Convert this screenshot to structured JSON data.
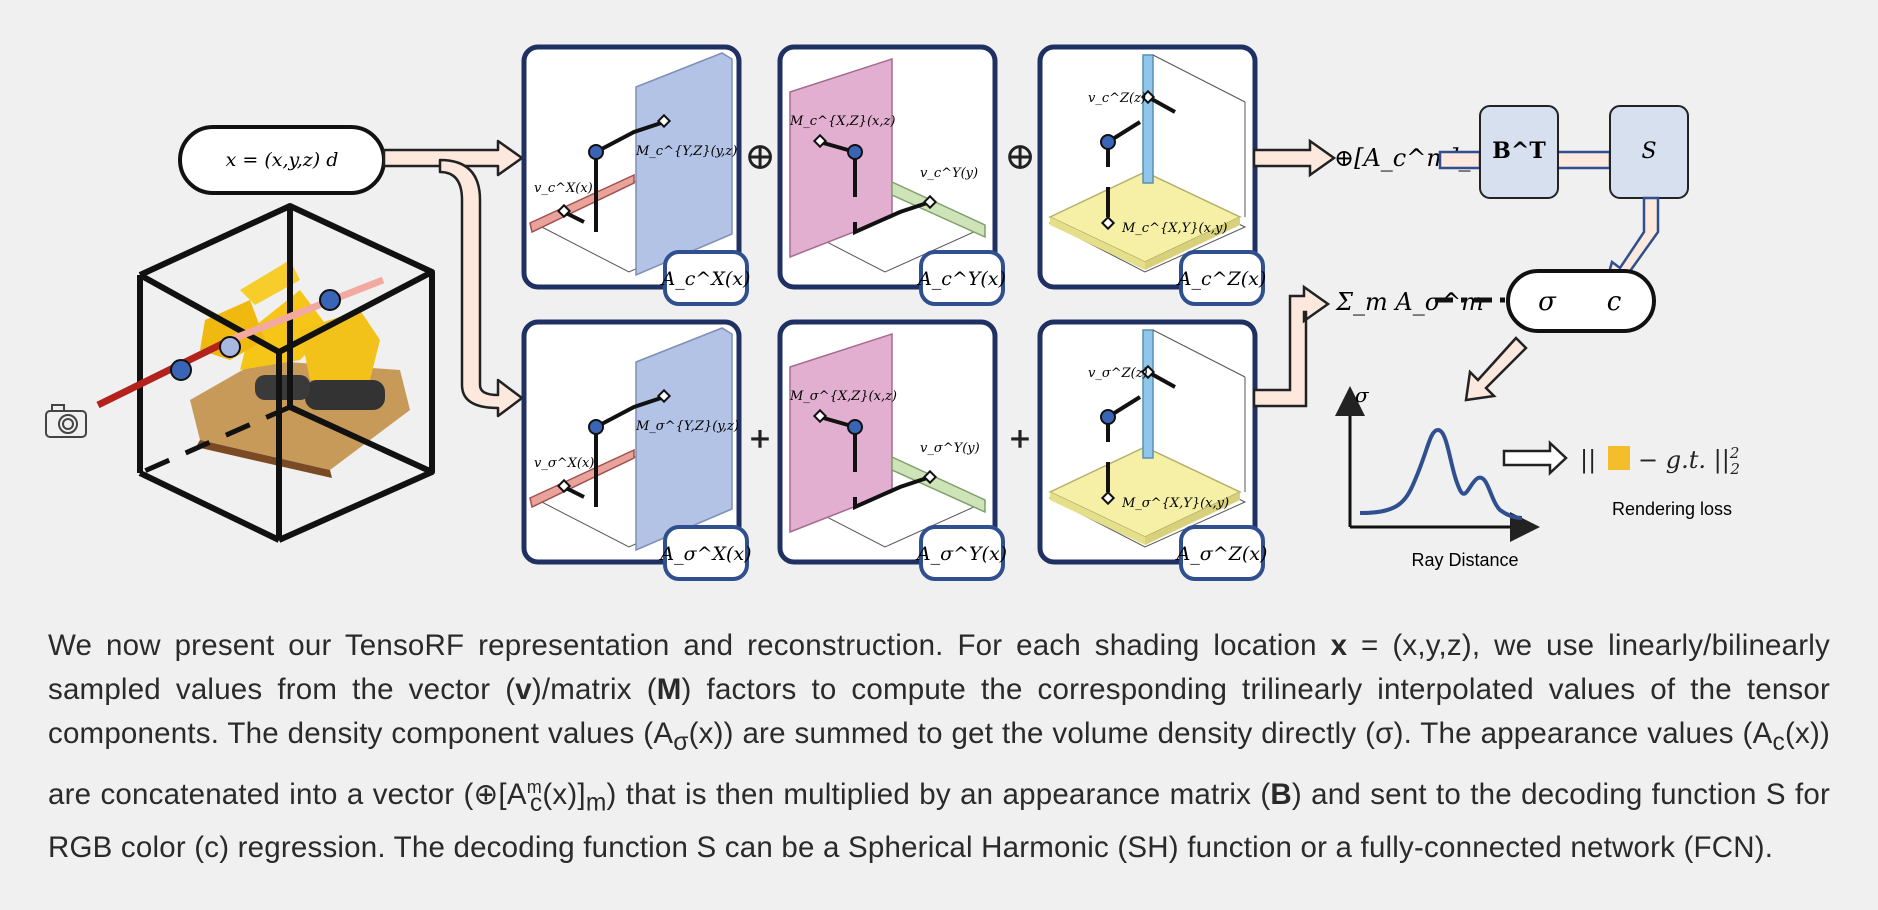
{
  "input": {
    "label": "x = (x,y,z)   d"
  },
  "operators": {
    "concat": "⊕",
    "plus": "+"
  },
  "panels_top": [
    {
      "vec": "v_c^X(x)",
      "mat": "M_c^{Y,Z}(y,z)",
      "badge": "A_c^X(x)"
    },
    {
      "vec": "v_c^Y(y)",
      "mat": "M_c^{X,Z}(x,z)",
      "badge": "A_c^Y(x)"
    },
    {
      "vec": "v_c^Z(z)",
      "mat": "M_c^{X,Y}(x,y)",
      "badge": "A_c^Z(x)"
    }
  ],
  "panels_bottom": [
    {
      "vec": "v_σ^X(x)",
      "mat": "M_σ^{Y,Z}(y,z)",
      "badge": "A_σ^X(x)"
    },
    {
      "vec": "v_σ^Y(y)",
      "mat": "M_σ^{X,Z}(x,z)",
      "badge": "A_σ^Y(x)"
    },
    {
      "vec": "v_σ^Z(z)",
      "mat": "M_σ^{X,Y}(x,y)",
      "badge": "A_σ^Z(x)"
    }
  ],
  "appearance": {
    "concat_label": "⊕[A_c^m]_m",
    "b_label": "B^T",
    "s_label": "S"
  },
  "density": {
    "sum_label": "Σ_m A_σ^m"
  },
  "output": {
    "sigma": "σ",
    "c": "c"
  },
  "plot": {
    "ylabel": "σ",
    "xlabel": "Ray Distance"
  },
  "loss": {
    "formula": "|| ■ − g.t. ||²₂",
    "label": "Rendering loss"
  },
  "caption": {
    "t1": "We now present our TensoRF representation and reconstruction. For each shading location ",
    "x_bold": "x",
    "t2": " = (x,y,z), we use linearly/bilinearly sampled values from the vector (",
    "v_bold": "v",
    "t3": ")/matrix (",
    "m_bold": "M",
    "t4": ") factors to compute the corresponding trilinearly interpolated values of the tensor components. The density component values (A",
    "sub_sigma": "σ",
    "t5": "(x)) are summed to get the volume density directly (σ). The appearance values (A",
    "sub_c": "c",
    "t6": "(x)) are concatenated into a vector (⊕[A",
    "sup_m": "m",
    "sub_c2": "c",
    "t7": "(x)]",
    "sub_m": "m",
    "t8": ") that is then multiplied by an appearance matrix (",
    "b_bold": "B",
    "t9": ") and sent to the decoding function S for RGB color (c) regression. The decoding function S can be a Spherical Harmonic (SH) function or a fully-connected network (FCN)."
  },
  "colors": {
    "panel_border": "#1f3163",
    "badge_border": "#2f4f8f",
    "arrow_fill": "#fce8dc",
    "plane_blue": "#b3c3e6",
    "plane_pink": "#e3afd0",
    "plane_yellow": "#f5f0a6",
    "bar_red": "#e9a39a",
    "bar_green": "#cfe3b8",
    "bar_blue": "#90c6ea",
    "box_fill": "#d6e0ef",
    "curve": "#2f4f8f",
    "loss_square": "#f3bd2b",
    "dot": "#3a64b6"
  }
}
